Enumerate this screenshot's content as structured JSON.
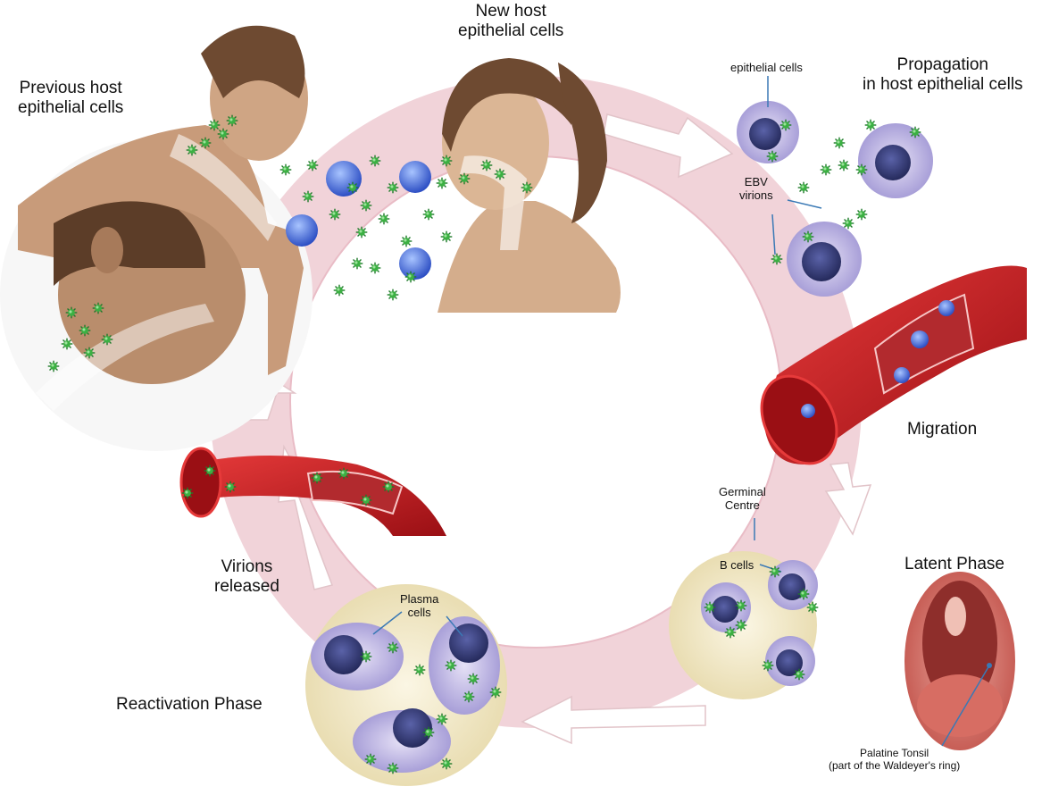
{
  "labels": {
    "previous_host": [
      "Previous host",
      "epithelial cells"
    ],
    "new_host": [
      "New host",
      "epithelial cells"
    ],
    "propagation": [
      "Propagation",
      "in host epithelial cells"
    ],
    "migration": "Migration",
    "latent_phase": "Latent Phase",
    "reactivation_phase": "Reactivation Phase",
    "virions_released": [
      "Virions",
      "released"
    ],
    "epithelial_cells": "epithelial cells",
    "ebv_virions": [
      "EBV",
      "virions"
    ],
    "germinal_centre": [
      "Germinal",
      "Centre"
    ],
    "b_cells": "B cells",
    "plasma_cells": [
      "Plasma",
      "cells"
    ],
    "palatine_tonsil": [
      "Palatine Tonsil",
      "(part of the Waldeyer's ring)"
    ]
  },
  "colors": {
    "cycle_ring": "#f1d3d9",
    "skin": "#d4ad8c",
    "hair": "#6e4a31",
    "cell_membrane": "#bdb4e3",
    "nucleus": "#3a3f7a",
    "virion": "#3cb043",
    "vessel": "#c0191e",
    "inset_bg": "#f5eccf",
    "arrow_fill": "#ffffff"
  },
  "icons": [
    "virion-icon",
    "cycle-arrow-icon",
    "blood-vessel-icon",
    "mouth-icon"
  ]
}
